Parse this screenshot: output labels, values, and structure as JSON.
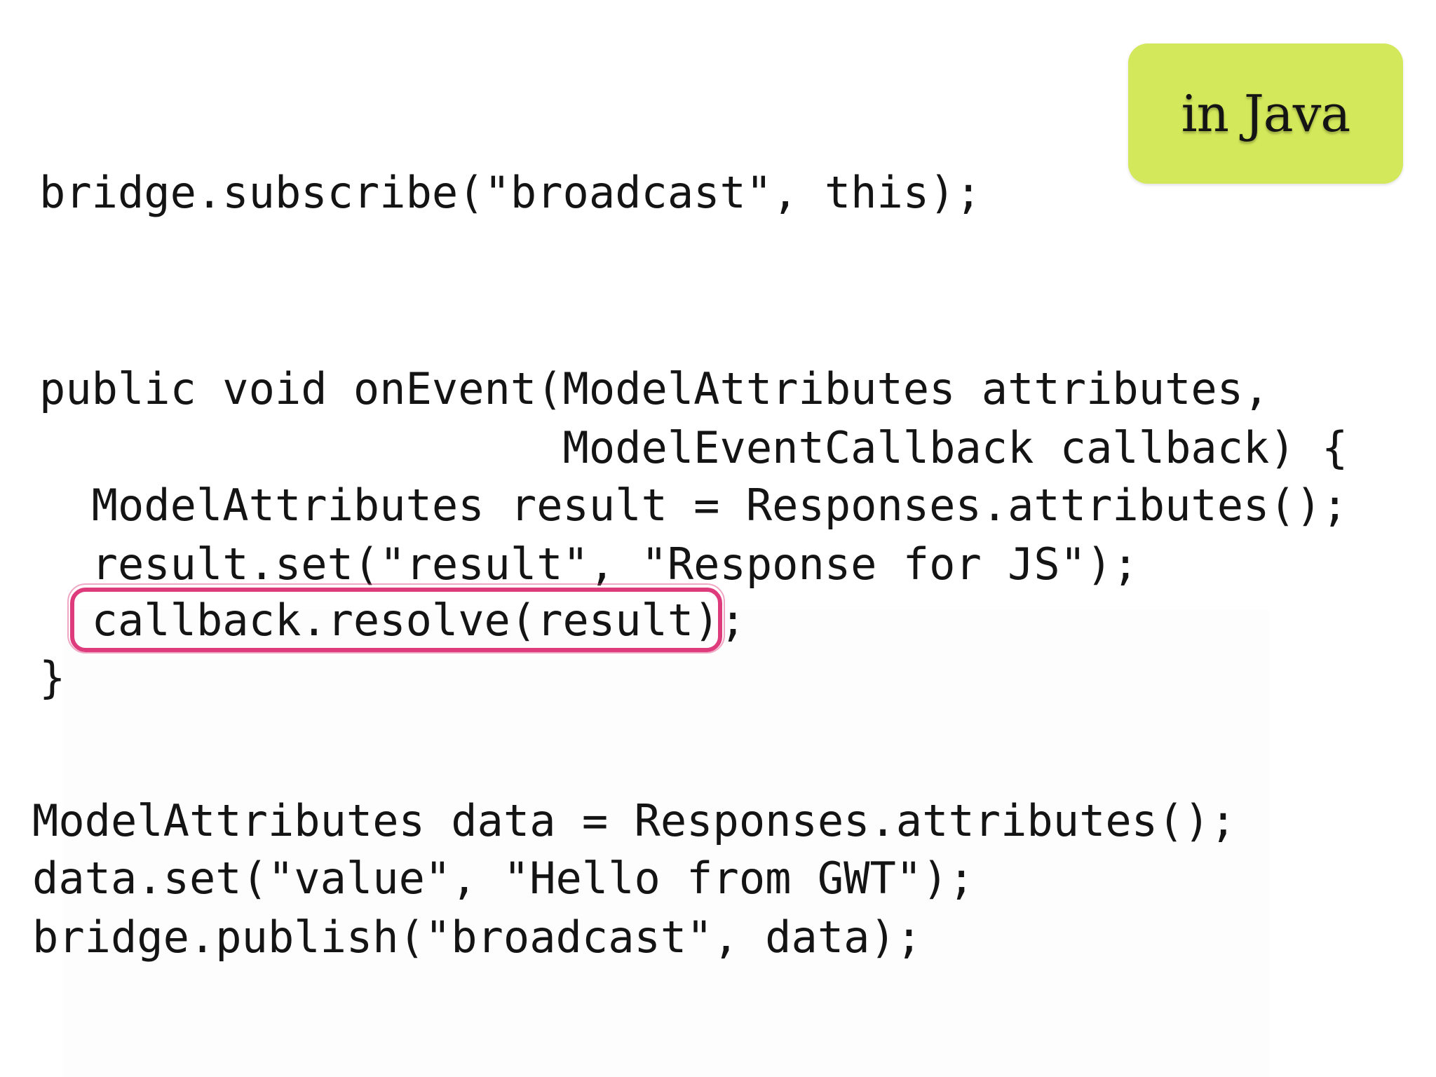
{
  "tag": {
    "label": "in Java",
    "color": "#d3e85a"
  },
  "code": {
    "subscribe": "bridge.subscribe(\"broadcast\", this);",
    "handler": [
      "public void onEvent(ModelAttributes attributes,",
      "                    ModelEventCallback callback) {",
      "  ModelAttributes result = Responses.attributes();",
      "  result.set(\"result\", \"Response for JS\");",
      "  callback.resolve(result);",
      "}"
    ],
    "publish": [
      "ModelAttributes data = Responses.attributes();",
      "data.set(\"value\", \"Hello from GWT\");",
      "bridge.publish(\"broadcast\", data);"
    ]
  },
  "highlight": {
    "color": "#dd3b7c",
    "target_line": "callback.resolve(result);"
  }
}
